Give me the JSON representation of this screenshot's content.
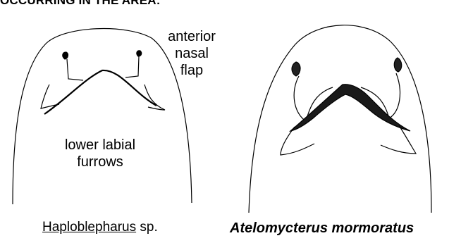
{
  "heading": "OCCURRING IN THE AREA:",
  "labels": {
    "nasal_flap": [
      "anterior",
      "nasal",
      "flap"
    ],
    "labial_furrows": [
      "lower labial",
      "furrows"
    ]
  },
  "captions": {
    "left_genus": "Haploblepharus",
    "left_suffix": " sp.",
    "right": "Atelomycterus mormoratus"
  }
}
